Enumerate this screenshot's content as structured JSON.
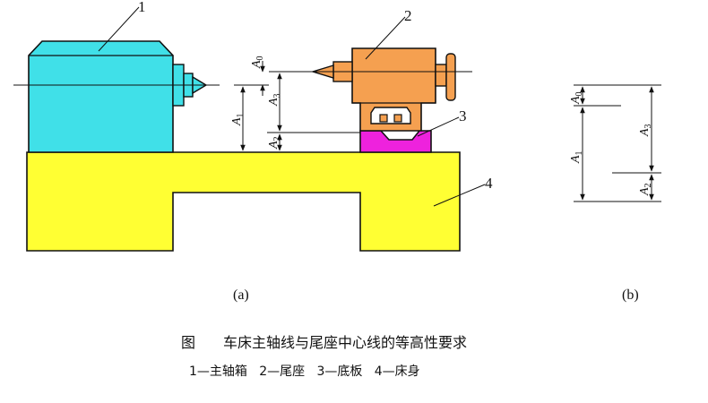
{
  "labels": {
    "part1": "1",
    "part2": "2",
    "part3": "3",
    "part4": "4",
    "sub_a": "(a)",
    "sub_b": "(b)"
  },
  "dims": {
    "A0": {
      "base": "A",
      "sub": "0"
    },
    "A1": {
      "base": "A",
      "sub": "1"
    },
    "A2": {
      "base": "A",
      "sub": "2"
    },
    "A3": {
      "base": "A",
      "sub": "3"
    }
  },
  "caption": {
    "figure_label": "图",
    "title": "车床主轴线与尾座中心线的等高性要求",
    "legend": "1—主轴箱   2—尾座   3—底板   4—床身"
  },
  "colors": {
    "headstock": "#40e0e8",
    "tailstock": "#f5a050",
    "base_plate": "#ee22dd",
    "bed": "#ffff33",
    "line": "#111111"
  }
}
